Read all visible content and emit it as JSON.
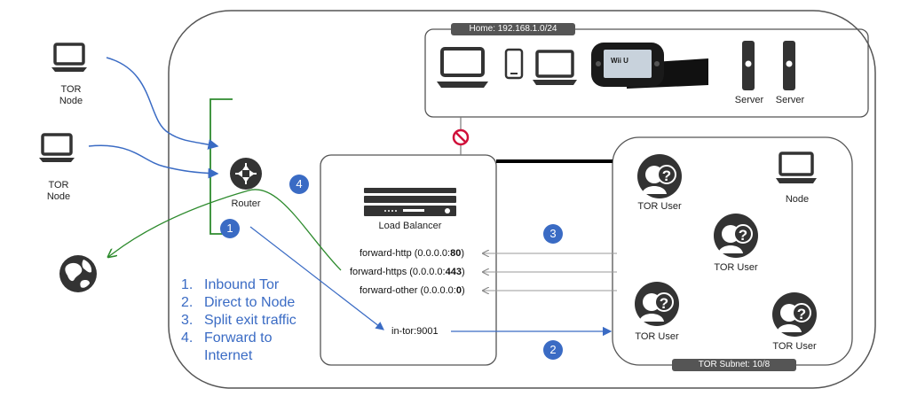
{
  "home_network": {
    "label": "Home: 192.168.1.0/24"
  },
  "devices": {
    "server_1": "Server",
    "server_2": "Server",
    "console_logo": "Wii U"
  },
  "tor_nodes": [
    "TOR\nNode",
    "TOR\nNode"
  ],
  "router": {
    "label": "Router"
  },
  "load_balancer": {
    "label": "Load Balancer",
    "forwards": [
      {
        "prefix": "forward-http (0.0.0.0:",
        "port": "80",
        "suffix": ")"
      },
      {
        "prefix": "forward-https (0.0.0.0:",
        "port": "443",
        "suffix": ")"
      },
      {
        "prefix": "forward-other (0.0.0.0:",
        "port": "0",
        "suffix": ")"
      }
    ],
    "in_tor": "in-tor:9001"
  },
  "tor_subnet": {
    "label": "TOR Subnet: 10/8",
    "users": [
      "TOR User",
      "TOR User",
      "TOR User",
      "TOR User"
    ],
    "node_label": "Node"
  },
  "markers": [
    "1",
    "2",
    "3",
    "4"
  ],
  "legend": [
    {
      "num": "1.",
      "text": "Inbound Tor"
    },
    {
      "num": "2.",
      "text": "Direct to Node"
    },
    {
      "num": "3.",
      "text": "Split exit traffic"
    },
    {
      "num": "4.",
      "text": "Forward to"
    },
    {
      "num": "",
      "text": "Internet"
    }
  ],
  "colors": {
    "flow_blue": "#3a6bc4",
    "green": "#2e8b2e",
    "gray_line": "#9a9a9a",
    "blocked": "#d0103a",
    "marker_fill": "#3a6bc4"
  }
}
